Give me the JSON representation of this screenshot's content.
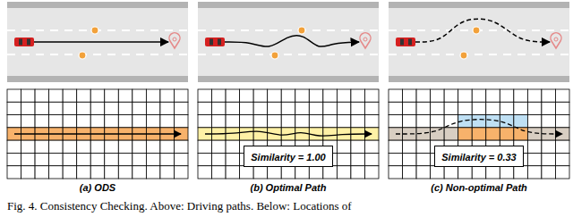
{
  "diagram": {
    "caption": "Fig. 4.  Consistency Checking. Above: Driving paths. Below: Locations of",
    "nodes": [
      {
        "text": [
          "Similarity = 1.00"
        ]
      },
      {
        "text": [
          "Similarity = 0.33"
        ]
      }
    ],
    "labels": [
      "(a) ODS",
      "(b) Optimal Path",
      "(c) Non-optimal Path"
    ]
  }
}
